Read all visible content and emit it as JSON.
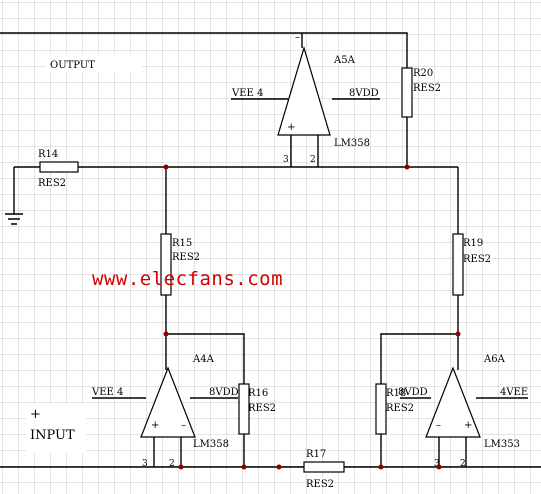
{
  "labels": {
    "output": "OUTPUT",
    "input_plus": "+",
    "input": "INPUT",
    "watermark": "www.elecfans.com"
  },
  "opamps": {
    "a5a": {
      "name": "A5A",
      "part": "LM358",
      "vee": "VEE  4",
      "vdd": "8VDD",
      "minus": "–",
      "plus": "+",
      "pin3": "3",
      "pin2": "2"
    },
    "a4a": {
      "name": "A4A",
      "part": "LM358",
      "vee": "VEE  4",
      "vdd": "8VDD",
      "minus": "–",
      "plus": "+",
      "pin3": "3",
      "pin2": "2"
    },
    "a6a": {
      "name": "A6A",
      "part": "LM353",
      "vee": "4VEE",
      "vdd": "8VDD",
      "minus": "–",
      "plus": "+",
      "pin3": "3",
      "pin2": "2"
    }
  },
  "resistors": {
    "r14": {
      "ref": "R14",
      "type": "RES2"
    },
    "r15": {
      "ref": "R15",
      "type": "RES2"
    },
    "r16": {
      "ref": "R16",
      "type": "RES2"
    },
    "r17": {
      "ref": "R17",
      "type": "RES2"
    },
    "r18": {
      "ref": "R18",
      "type": "RES2"
    },
    "r19": {
      "ref": "R19",
      "type": "RES2"
    },
    "r20": {
      "ref": "R20",
      "type": "RES2"
    }
  },
  "colors": {
    "grid": "#c8c8c8",
    "wire": "#000000",
    "watermark": "#d40000",
    "background": "#ffffff"
  }
}
